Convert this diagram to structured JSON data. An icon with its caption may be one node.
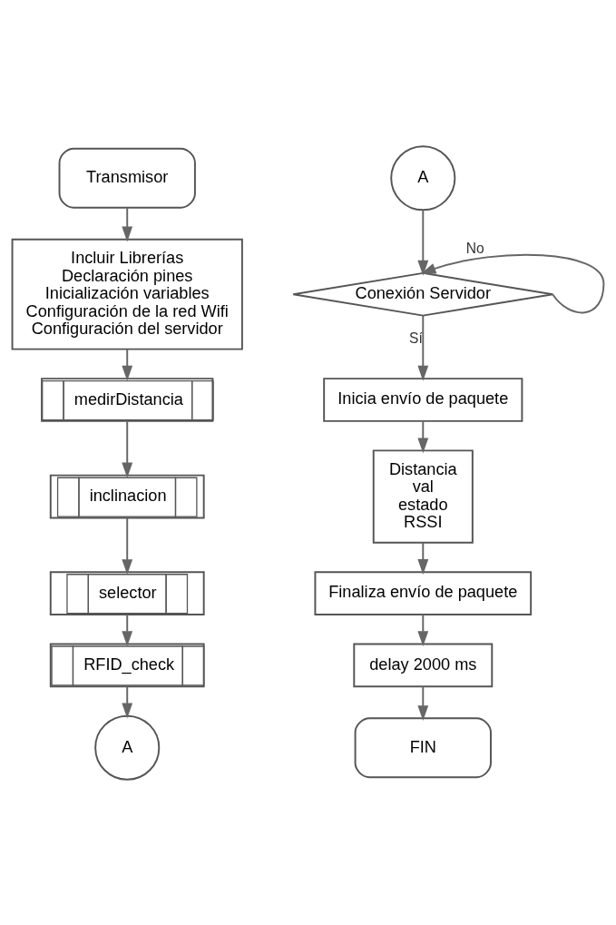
{
  "diagram": {
    "nodes": [
      {
        "text": [
          "Transmisor"
        ]
      },
      {
        "text": [
          "Incluir Librerías",
          "Declaración pines",
          "Inicialización variables",
          "Configuración de la red Wifi",
          "Configuración del servidor"
        ]
      },
      {
        "text": [
          "medirDistancia"
        ]
      },
      {
        "text": [
          "inclinacion"
        ]
      },
      {
        "text": [
          "selector"
        ]
      },
      {
        "text": [
          "RFID_check"
        ]
      },
      {
        "text": [
          "A"
        ]
      },
      {
        "text": [
          "A"
        ]
      },
      {
        "text": [
          "Conexión Servidor"
        ]
      },
      {
        "text": [
          "Inicia envío de paquete"
        ]
      },
      {
        "text": [
          "Distancia",
          "val",
          "estado",
          "RSSI"
        ]
      },
      {
        "text": [
          "Finaliza envío de paquete"
        ]
      },
      {
        "text": [
          "delay 2000 ms"
        ]
      },
      {
        "text": [
          "FIN"
        ]
      }
    ],
    "edges": [
      {
        "from": 0,
        "to": 1,
        "arrow": "to"
      },
      {
        "from": 1,
        "to": 2,
        "arrow": "to"
      },
      {
        "from": 2,
        "to": 3,
        "arrow": "to"
      },
      {
        "from": 3,
        "to": 4,
        "arrow": "to"
      },
      {
        "from": 4,
        "to": 5,
        "arrow": "to"
      },
      {
        "from": 5,
        "to": 6,
        "arrow": "to"
      },
      {
        "from": 7,
        "to": 8,
        "arrow": "to"
      },
      {
        "from": 8,
        "to": 8,
        "arrow": "to",
        "label": "No"
      },
      {
        "from": 8,
        "to": 9,
        "arrow": "to",
        "label": "Sí"
      },
      {
        "from": 9,
        "to": 10,
        "arrow": "to"
      },
      {
        "from": 10,
        "to": 11,
        "arrow": "to"
      },
      {
        "from": 11,
        "to": 12,
        "arrow": "to"
      },
      {
        "from": 12,
        "to": 13,
        "arrow": "to"
      }
    ]
  }
}
